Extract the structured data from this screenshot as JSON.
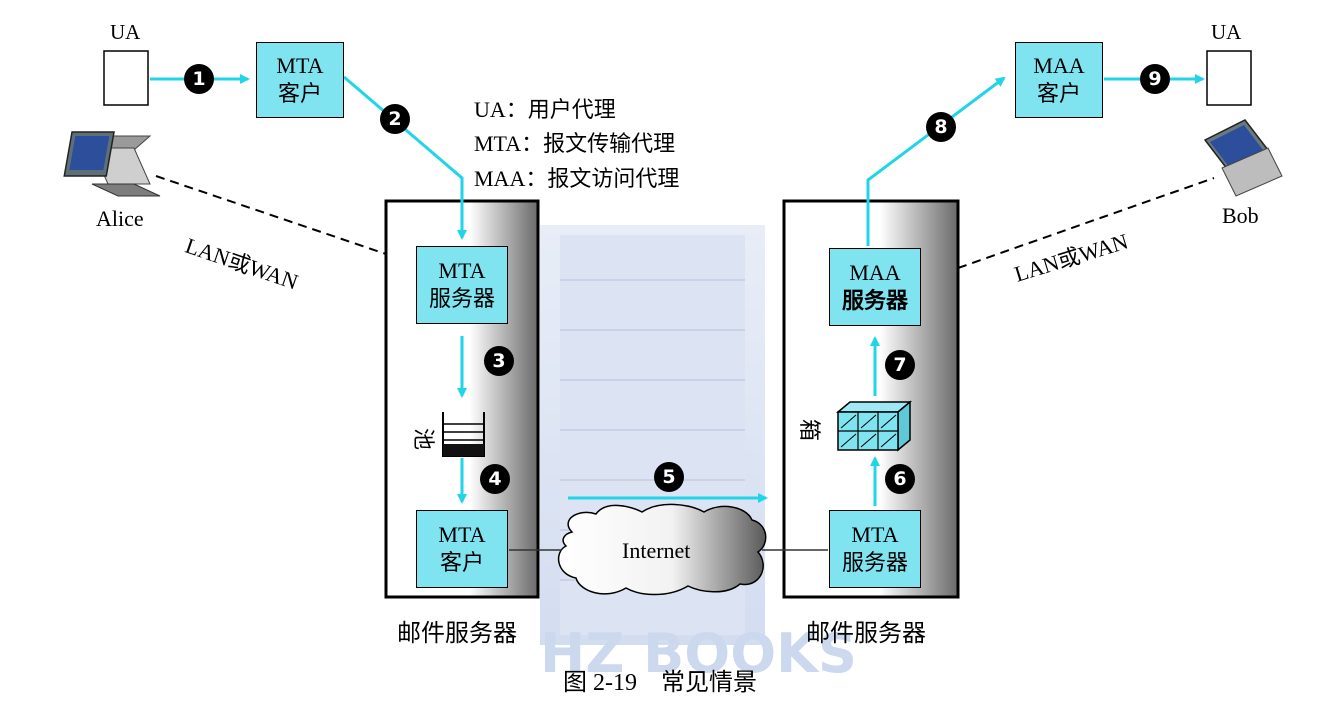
{
  "legend": [
    "UA：用户代理",
    "MTA：报文传输代理",
    "MAA：报文访问代理"
  ],
  "left": {
    "ua_label": "UA",
    "user_name": "Alice",
    "client_box": [
      "MTA",
      "客户"
    ],
    "link_label": "LAN或WAN",
    "server": {
      "caption": "邮件服务器",
      "mta_server_box": [
        "MTA",
        "服务器"
      ],
      "spool_label": "池",
      "mta_client_box": [
        "MTA",
        "客户"
      ]
    }
  },
  "right": {
    "ua_label": "UA",
    "user_name": "Bob",
    "client_box": [
      "MAA",
      "客户"
    ],
    "link_label": "LAN或WAN",
    "server": {
      "caption": "邮件服务器",
      "maa_server_box": [
        "MAA",
        "服务器"
      ],
      "mailbox_label": "箱",
      "mta_server_box": [
        "MTA",
        "服务器"
      ]
    }
  },
  "internet_label": "Internet",
  "steps": [
    "1",
    "2",
    "3",
    "4",
    "5",
    "6",
    "7",
    "8",
    "9"
  ],
  "figure_caption": "图 2-19　常见情景",
  "watermark": "HZ BOOKS",
  "colors": {
    "box_fill": "#7fe3f0",
    "arrow": "#22d4e8",
    "server_gradient_dark": "#707070",
    "watermark": "#c7d4ec"
  }
}
